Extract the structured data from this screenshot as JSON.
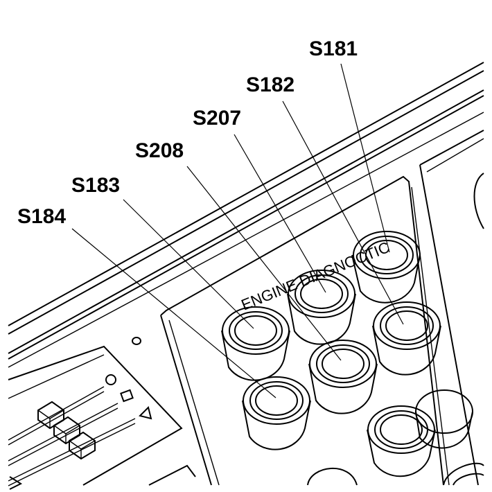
{
  "panel": {
    "engraving": "ENGINE DIAGNOCTIC"
  },
  "callouts": [
    {
      "id": "S181"
    },
    {
      "id": "S182"
    },
    {
      "id": "S207"
    },
    {
      "id": "S208"
    },
    {
      "id": "S183"
    },
    {
      "id": "S184"
    }
  ],
  "colors": {
    "line": "#000000",
    "background": "#ffffff"
  }
}
